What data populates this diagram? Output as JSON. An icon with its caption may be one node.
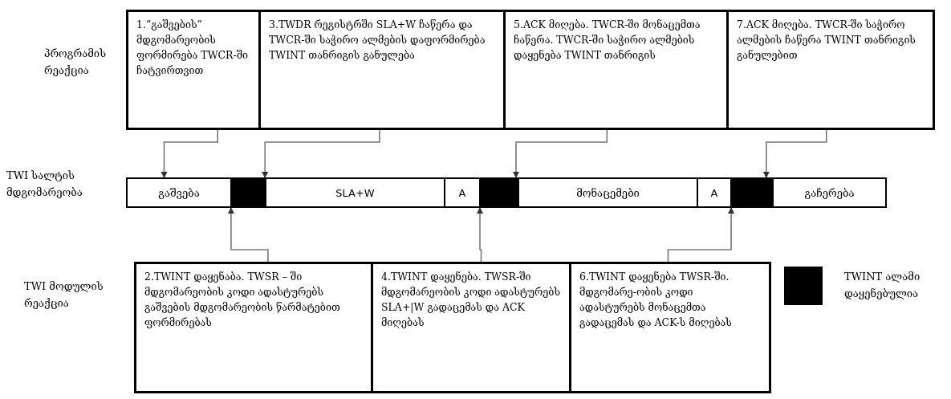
{
  "diagram": {
    "nodes": [
      {
        "text": [
          "1.”გაშვების” მდგომარეობის ფორმირება TWCR-ში ჩატვირთვით"
        ]
      },
      {
        "text": [
          "3.TWDR რეგისტრში SLA+W ჩაწერა და TWCR-ში საჭირო ალმების დაფორმირება TWINT თანრიგის განულება"
        ]
      },
      {
        "text": [
          "5.ACK მიღება. TWCR-ში მონაცემთა ჩაწერა. TWCR-ში საჭირო ალმების დაყენება TWINT თანრიგის"
        ]
      },
      {
        "text": [
          "7.ACK მიღება. TWCR-ში საჭირო ალმების ჩაწერა TWINT თანრიგის განულებით"
        ]
      },
      {
        "text": [
          "გაშვება"
        ]
      },
      {
        "text": [],
        "shape": "bar"
      },
      {
        "text": [
          "SLA+W"
        ]
      },
      {
        "text": [
          "A"
        ]
      },
      {
        "text": [],
        "shape": "bar"
      },
      {
        "text": [
          "მონაცემები"
        ]
      },
      {
        "text": [
          "A"
        ]
      },
      {
        "text": [],
        "shape": "bar"
      },
      {
        "text": [
          "გაჩერება"
        ]
      },
      {
        "text": [
          "2.TWINT დაყენაბა. TWSR – ში მდგომარეობის კოდი ადასტურებს გაშვების მდგომარეობის წარმატებით ფორმირებას"
        ]
      },
      {
        "text": [
          "4.TWINT დაყენება. TWSR-ში მდგომარეობის კოდი ადასტურებს SLA+|W გადაცემას და ACK მიღებას"
        ]
      },
      {
        "text": [
          "6.TWINT დაყენება TWSR-ში. მდგომარე-ობის კოდი ადასტურებს მონაცემთა გადაცემას და ACK-ს მიღებას"
        ]
      }
    ],
    "edges": [
      {
        "from": 0,
        "to": 4,
        "arrow": "to"
      },
      {
        "from": 1,
        "to": 5,
        "arrow": "to"
      },
      {
        "from": 2,
        "to": 8,
        "arrow": "to"
      },
      {
        "from": 3,
        "to": 11,
        "arrow": "to"
      },
      {
        "from": 13,
        "to": 5,
        "arrow": "to"
      },
      {
        "from": 14,
        "to": 8,
        "arrow": "to"
      },
      {
        "from": 15,
        "to": 11,
        "arrow": "to"
      }
    ],
    "labels": [
      "პროგრამის რეაქცია",
      "TWI სალტის მდგომარეობა",
      "TWI მოდულის რეაქცია"
    ],
    "legend": [
      {
        "text": "TWINT ალამი დაყენებულია",
        "color": "#000000"
      }
    ]
  }
}
